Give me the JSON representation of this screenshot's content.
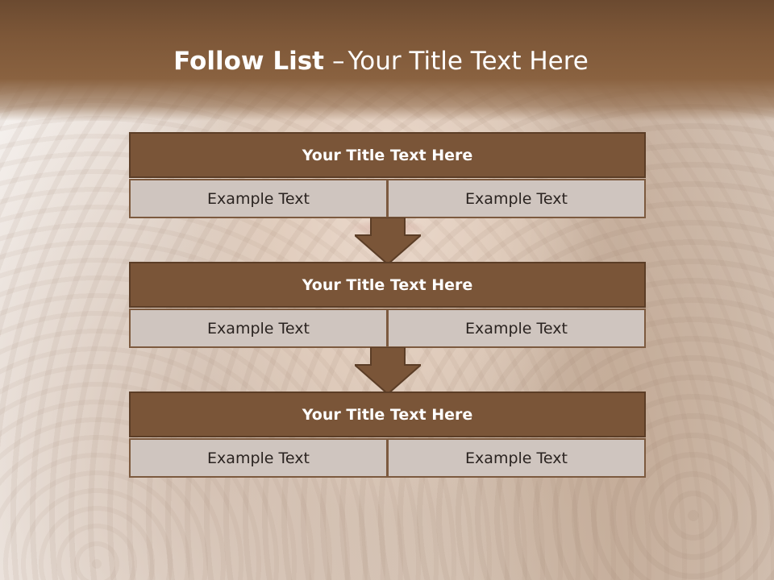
{
  "slide": {
    "title_bold": "Follow List",
    "title_separator": "–",
    "title_rest": "Your Title Text Here"
  },
  "blocks": [
    {
      "title": "Your Title Text Here",
      "left": "Example Text",
      "right": "Example Text"
    },
    {
      "title": "Your Title Text Here",
      "left": "Example Text",
      "right": "Example Text"
    },
    {
      "title": "Your Title Text Here",
      "left": "Example Text",
      "right": "Example Text"
    }
  ],
  "colors": {
    "header": "#7d5738",
    "block_title": "#7a5538",
    "cell": "#cfc5bf"
  },
  "icons": [
    "down-arrow-icon",
    "down-arrow-icon"
  ]
}
